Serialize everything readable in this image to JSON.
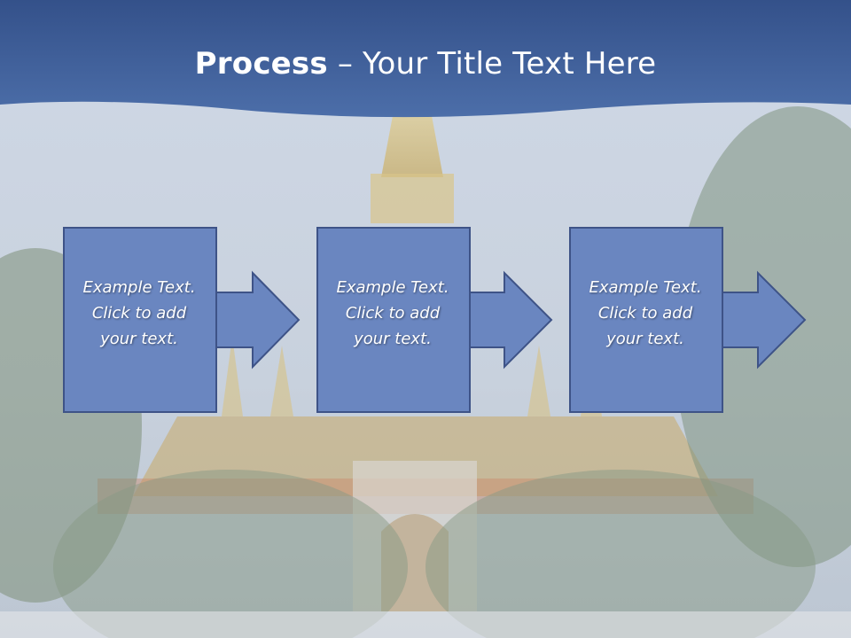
{
  "slide": {
    "title_bold": "Process",
    "title_separator": " – ",
    "title_rest": "Your Title Text Here",
    "colors": {
      "header": "#3f5f99",
      "box_fill": "#6a86c0",
      "box_border": "#3e5387",
      "text": "#ffffff"
    }
  },
  "steps": [
    {
      "text": "Example Text.\nClick  to add\nyour text."
    },
    {
      "text": "Example Text.\nClick  to add\nyour text."
    },
    {
      "text": "Example Text.\nClick  to add\nyour text."
    }
  ]
}
